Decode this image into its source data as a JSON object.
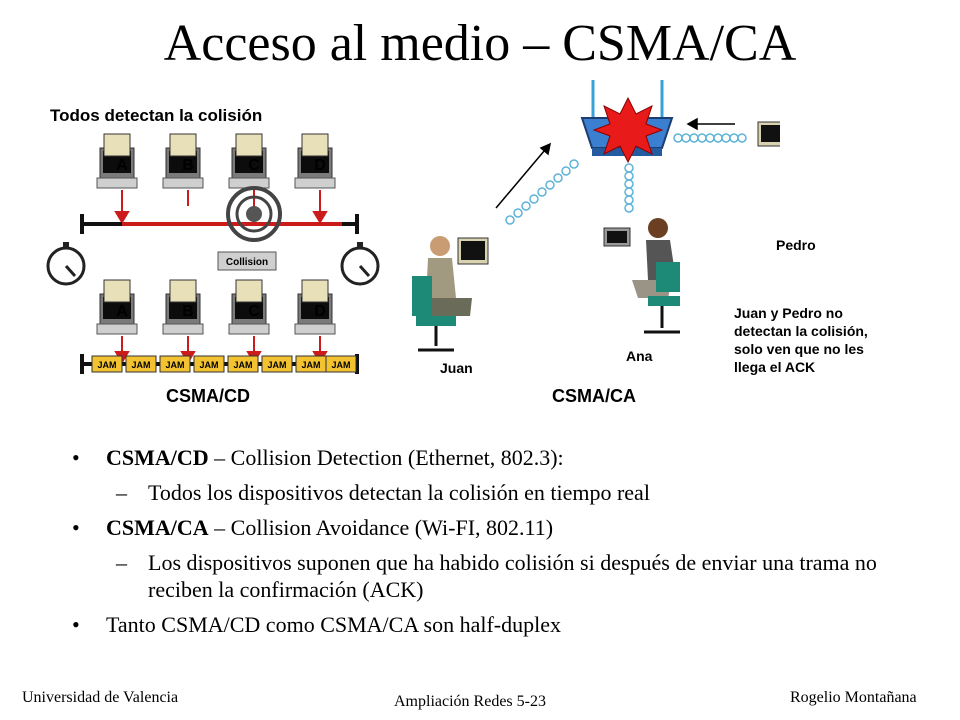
{
  "title": "Acceso al medio – CSMA/CA",
  "left_figure": {
    "heading": "Todos detectan la colisión",
    "stations_top": [
      "A",
      "B",
      "C",
      "D"
    ],
    "stations_bottom": [
      "A",
      "B",
      "C",
      "D"
    ],
    "collision_label": "Collision",
    "jam_labels": [
      "JAM",
      "JAM",
      "JAM",
      "JAM",
      "JAM",
      "JAM",
      "JAM",
      "JAM"
    ],
    "caption": "CSMA/CD"
  },
  "right_figure": {
    "person_pedro": "Pedro",
    "person_ana": "Ana",
    "person_juan": "Juan",
    "note_lines": [
      "Juan y Pedro no",
      "detectan la colisión,",
      "solo ven que no les",
      "llega el ACK"
    ],
    "caption": "CSMA/CA"
  },
  "bullets": [
    {
      "level": 1,
      "bold": "CSMA/CD",
      "text": " – Collision Detection (Ethernet, 802.3):"
    },
    {
      "level": 2,
      "dash": "–",
      "text": "Todos los dispositivos detectan la colisión en tiempo real"
    },
    {
      "level": 1,
      "bold": "CSMA/CA",
      "text": " – Collision Avoidance (Wi-FI, 802.11)"
    },
    {
      "level": 2,
      "dash": "–",
      "text": "Los dispositivos suponen que ha habido colisión si después de enviar una trama no reciben la confirmación (ACK)"
    },
    {
      "level": 1,
      "bold": "",
      "text": "Tanto CSMA/CD como CSMA/CA son half-duplex"
    }
  ],
  "footer": {
    "left": "Universidad de Valencia",
    "center": "Ampliación Redes 5-23",
    "right": "Rogelio Montañana"
  }
}
